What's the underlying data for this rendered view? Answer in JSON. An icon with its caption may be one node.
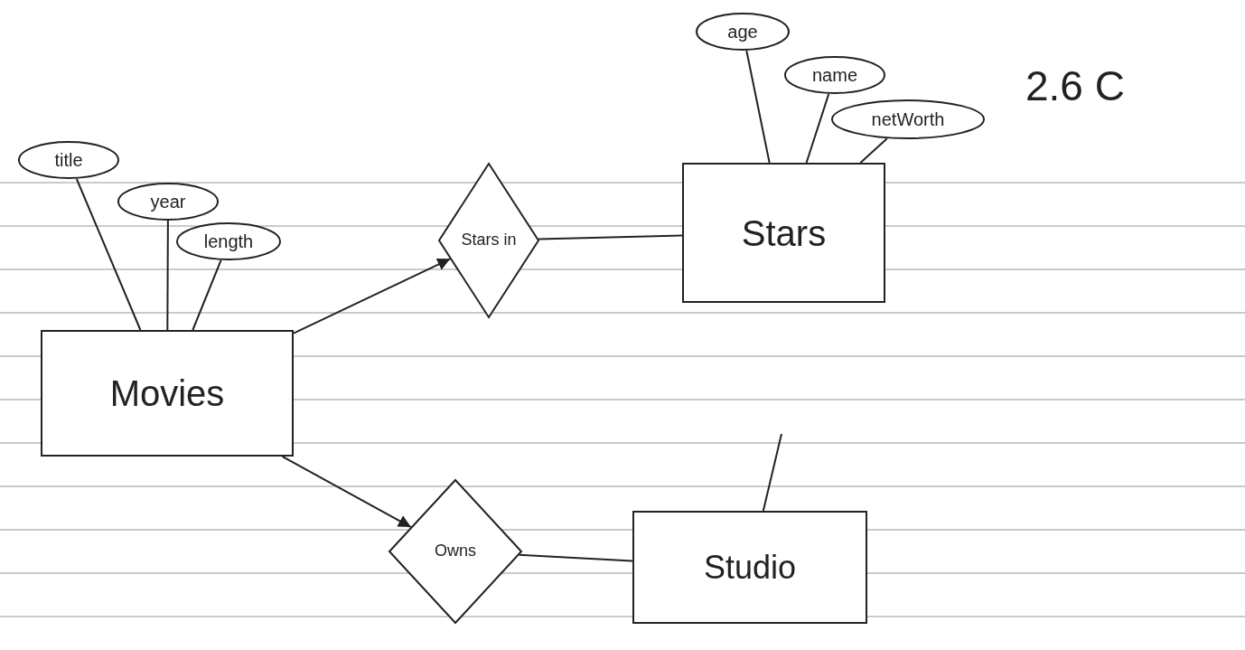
{
  "diagram": {
    "nodes": [
      {
        "text": [
          "title"
        ]
      },
      {
        "text": [
          "year"
        ]
      },
      {
        "text": [
          "length"
        ]
      },
      {
        "text": [
          "Movies"
        ]
      },
      {
        "text": [
          "Stars in"
        ]
      },
      {
        "text": [
          "age"
        ]
      },
      {
        "text": [
          "name"
        ]
      },
      {
        "text": [
          "netWorth"
        ]
      },
      {
        "text": [
          "Stars"
        ]
      },
      {
        "text": [
          "Owns"
        ]
      },
      {
        "text": [
          "Studio"
        ]
      }
    ],
    "edges": [
      {
        "from": 0,
        "to": 3,
        "arrow": "none"
      },
      {
        "from": 1,
        "to": 3,
        "arrow": "none"
      },
      {
        "from": 2,
        "to": 3,
        "arrow": "none"
      },
      {
        "from": 3,
        "to": 4,
        "arrow": "to"
      },
      {
        "from": 4,
        "to": 8,
        "arrow": "none"
      },
      {
        "from": 5,
        "to": 8,
        "arrow": "none"
      },
      {
        "from": 6,
        "to": 8,
        "arrow": "none"
      },
      {
        "from": 7,
        "to": 8,
        "arrow": "none"
      },
      {
        "from": 3,
        "to": 9,
        "arrow": "to"
      },
      {
        "from": 9,
        "to": 10,
        "arrow": "none"
      },
      {
        "from": 10,
        "to": null,
        "arrow": "none"
      }
    ],
    "labels": [
      "2.6 C"
    ]
  }
}
